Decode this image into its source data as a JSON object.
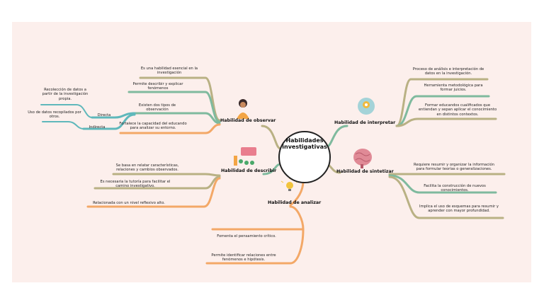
{
  "center": {
    "title": "Habilidades investigativas"
  },
  "observar": {
    "title": "Habilidad de observar",
    "items": [
      "Es una habilidad esencial en la investigación",
      "Permite describir y explicar fenómenos",
      "Existen dos tipos de observación",
      "Fortalece la capacidad del educando para analizar su entorno."
    ],
    "tipos": [
      "Directa",
      "Indirecta"
    ],
    "directa_desc": "Recolección de datos a partir de la investigación propia.",
    "indirecta_desc": "Uso de datos recopilados por otros."
  },
  "interpretar": {
    "title": "Habilidad de interpretar",
    "items": [
      "Proceso de análisis e interpretación de datos en la investigación.",
      "Herramienta metodológica para formar juicios.",
      "Formar educandos cualificados que entiendan y sepan aplicar el conocimiento en distintos contextos."
    ]
  },
  "describir": {
    "title": "Habilidad de describir",
    "items": [
      "Se basa en relatar características, relaciones y cambios observados.",
      "Es necesaria la tutoría para facilitar el camino investigativo.",
      "Relacionada con un nivel reflexivo alto."
    ]
  },
  "sintetizar": {
    "title": "Habilidad de sintetizar",
    "items": [
      "Requiere resumir y organizar la información para formular teorías o generalizaciones.",
      "Facilita la construcción de nuevos conocimientos.",
      "Implica el uso de esquemas para resumir y aprender con mayor profundidad."
    ]
  },
  "analizar": {
    "title": "Habilidad de analizar",
    "items": [
      "Fomenta el pensamiento crítico.",
      "Permite identificar relaciones entre fenómenos e hipótesis."
    ]
  },
  "colors": {
    "board": "#fcefec",
    "olive": "#b9b184",
    "green": "#7fba9e",
    "orange": "#f3a867",
    "teal": "#5fb8bb",
    "pink": "#e08a96"
  }
}
